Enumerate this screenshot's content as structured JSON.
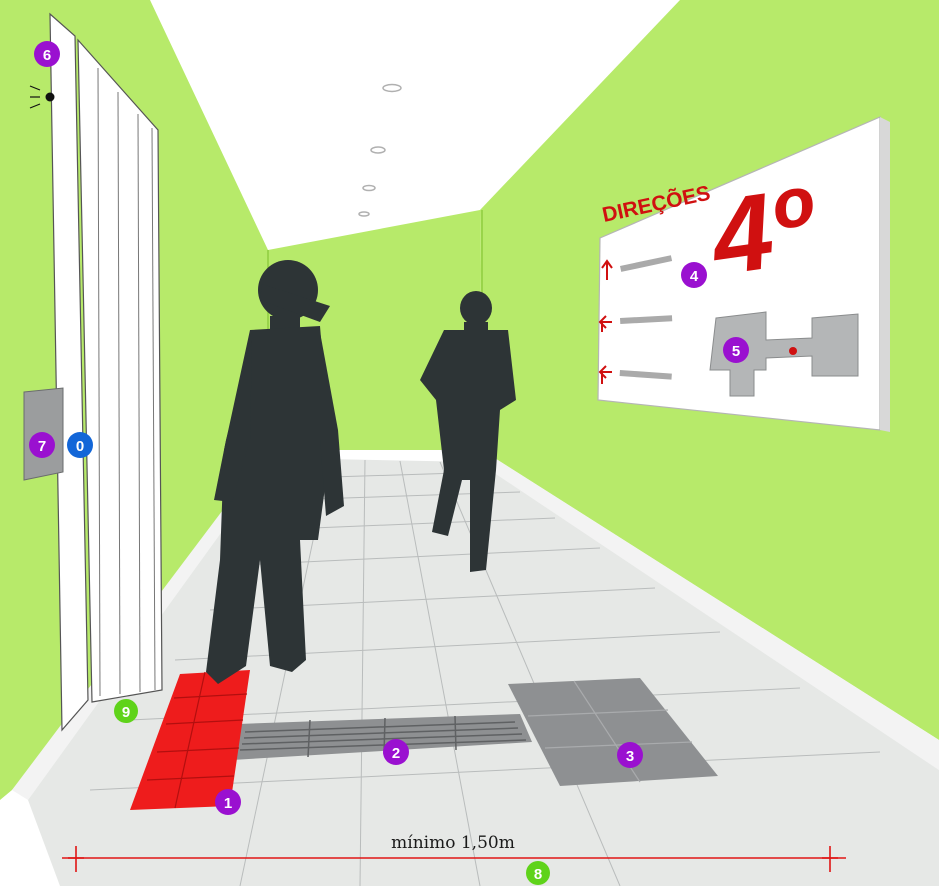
{
  "colors": {
    "wall": "#b7ea6a",
    "floor": "#e6e8e6",
    "tactile_red": "#ee1c1c",
    "tactile_gray": "#8e9092",
    "marker_purple": "#9a10d0",
    "marker_blue": "#1266d8",
    "marker_green": "#5fd31a",
    "silhouette": "#2d3436",
    "measure_line": "#e01515"
  },
  "sign": {
    "title": "DIREÇÕES",
    "floor_label": "4º",
    "items": [
      {
        "arrow": "up-arrow-icon"
      },
      {
        "arrow": "left-arrow-icon"
      },
      {
        "arrow": "left-arrow-icon"
      }
    ]
  },
  "markers": {
    "m1": "1",
    "m2": "2",
    "m3": "3",
    "m4": "4",
    "m5": "5",
    "m6": "6",
    "m7": "7",
    "m0": "0",
    "m8": "8",
    "m9": "9"
  },
  "measurement": {
    "label": "mínimo 1,50m"
  }
}
